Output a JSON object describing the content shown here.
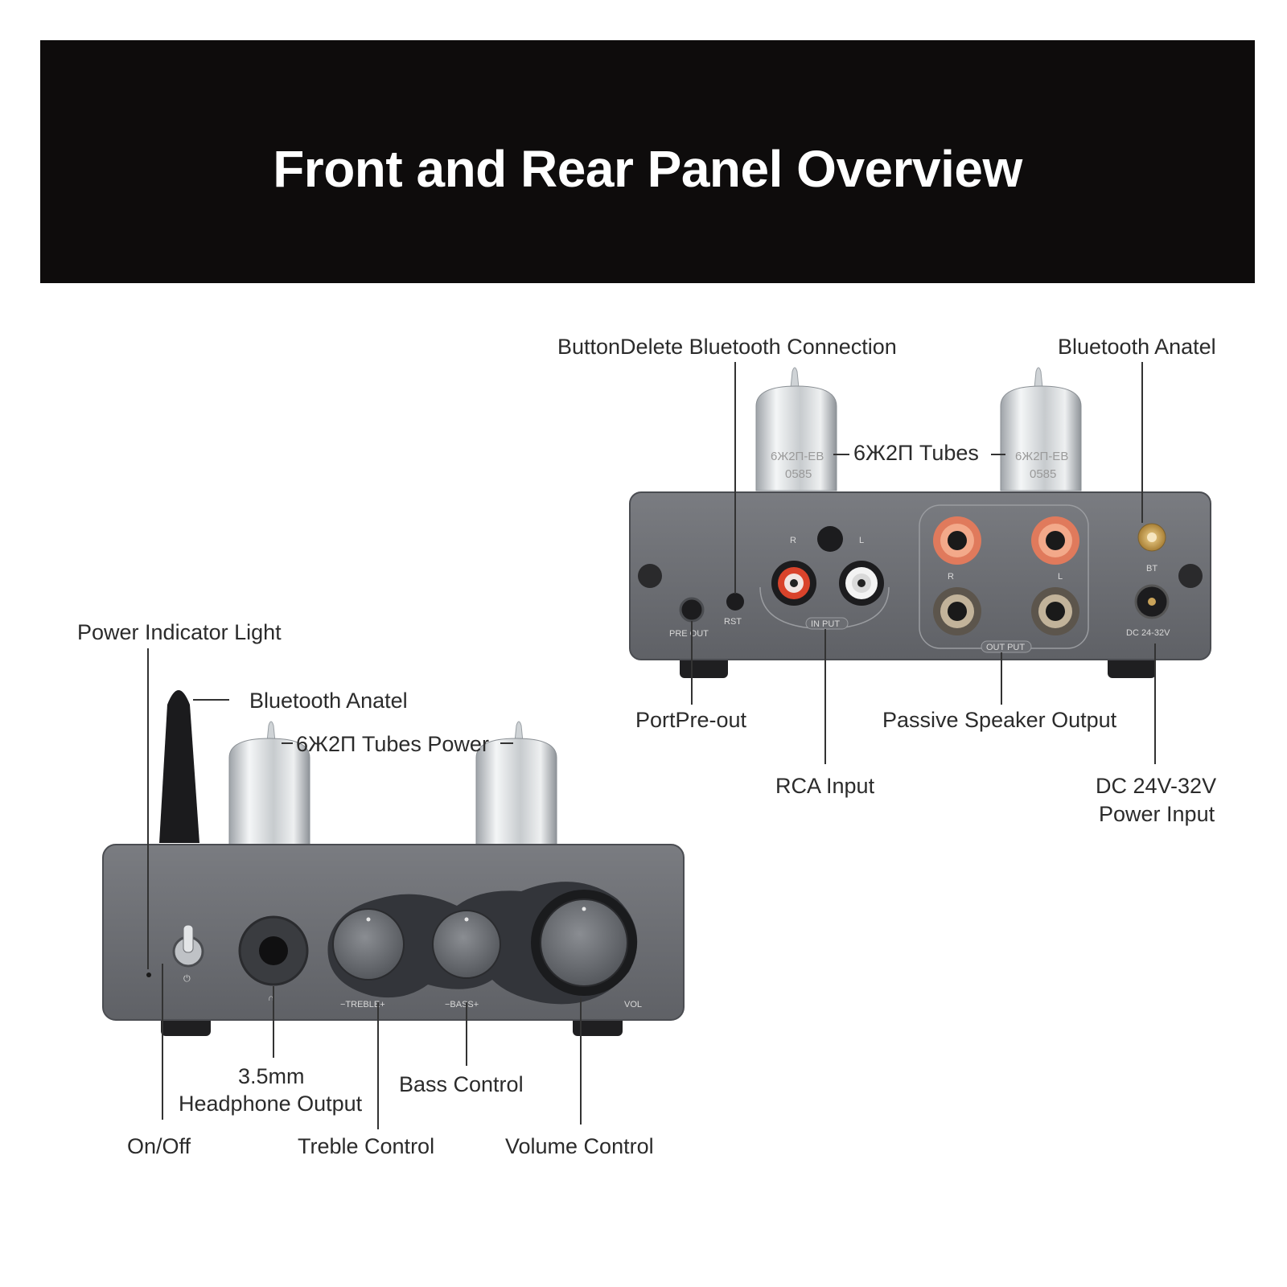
{
  "title": "Front and Rear Panel Overview",
  "rear_labels": {
    "reset_button": "ButtonDelete Bluetooth Connection",
    "bluetooth_antenna": "Bluetooth Anatel",
    "tubes": "6Ж2П Tubes",
    "pre_out": "PortPre-out",
    "speaker_output": "Passive Speaker Output",
    "rca_input": "RCA Input",
    "dc_input_line1": "DC 24V-32V",
    "dc_input_line2": "Power Input"
  },
  "front_labels": {
    "power_indicator": "Power Indicator Light",
    "bluetooth_antenna": "Bluetooth Anatel",
    "tubes_power": "6Ж2П Tubes Power",
    "headphone_line1": "3.5mm",
    "headphone_line2": "Headphone Output",
    "bass": "Bass Control",
    "on_off": "On/Off",
    "treble": "Treble Control",
    "volume": "Volume Control"
  },
  "rear_panel_print": {
    "r": "R",
    "l": "L",
    "rst": "RST",
    "pre_out": "PRE OUT",
    "input": "IN PUT",
    "output": "OUT PUT",
    "bt": "BT",
    "dc": "DC 24-32V",
    "out_r": "R",
    "out_l": "L",
    "tube_code_1": "6Ж2П-ЕВ",
    "tube_code_2": "0585"
  },
  "front_panel_print": {
    "treble": "−TREBLE+",
    "bass": "−BASS+",
    "vol": "VOL",
    "power_symbol": "⏻",
    "headphone_symbol": "∩"
  },
  "colors": {
    "banner": "#0e0c0c",
    "chassis": "#6b6d72",
    "rca_red": "#d9432b",
    "binding_red": "#e07a5c",
    "gold": "#c9a35a"
  }
}
